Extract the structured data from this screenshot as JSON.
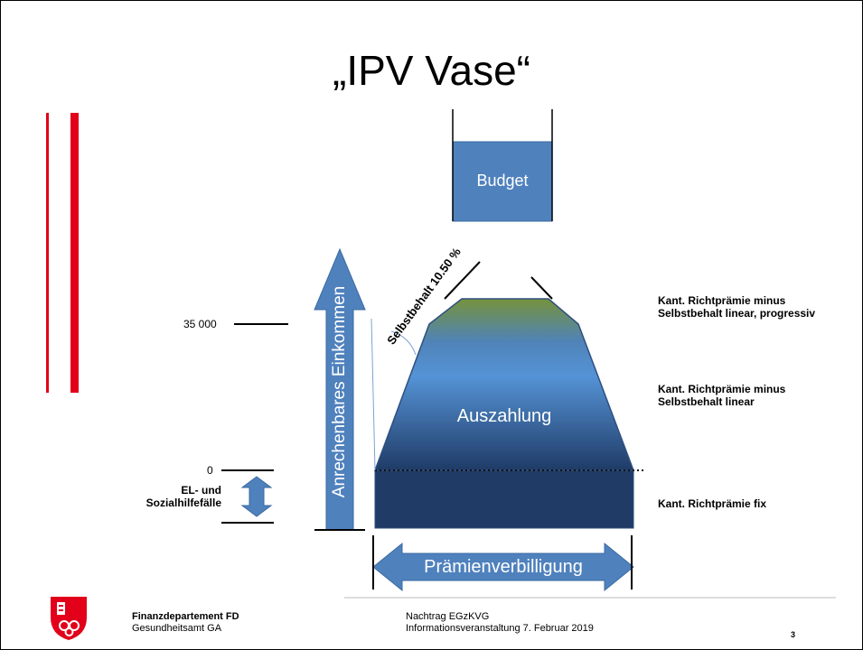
{
  "title": "„IPV Vase“",
  "budget_label": "Budget",
  "auszahlung_label": "Auszahlung",
  "arrow_vertical_label": "Anrechenbares Einkommen",
  "arrow_horizontal_label": "Prämienverbilligung",
  "selbstbehalt_label": "Selbstbehalt 10.50 %",
  "tick_35000": "35 000",
  "tick_0": "0",
  "el_label_line1": "EL- und",
  "el_label_line2": "Sozialhilfefälle",
  "right_labels": {
    "top_line1": "Kant. Richtprämie minus",
    "top_line2": "Selbstbehalt linear, progressiv",
    "mid_line1": "Kant. Richtprämie minus",
    "mid_line2": "Selbstbehalt linear",
    "bottom": "Kant. Richtprämie fix"
  },
  "footer": {
    "dept_name": "Finanzdepartement FD",
    "dept_sub": "Gesundheitsamt GA",
    "event_line1": "Nachtrag EGzKVG",
    "event_line2": "Informationsveranstaltung 7. Februar 2019",
    "page_number": "3"
  },
  "colors": {
    "accent_red": "#e2001a",
    "arrow_blue": "#4f81bd",
    "vase_bottom": "#1f3864",
    "vase_top": "#76923c"
  }
}
